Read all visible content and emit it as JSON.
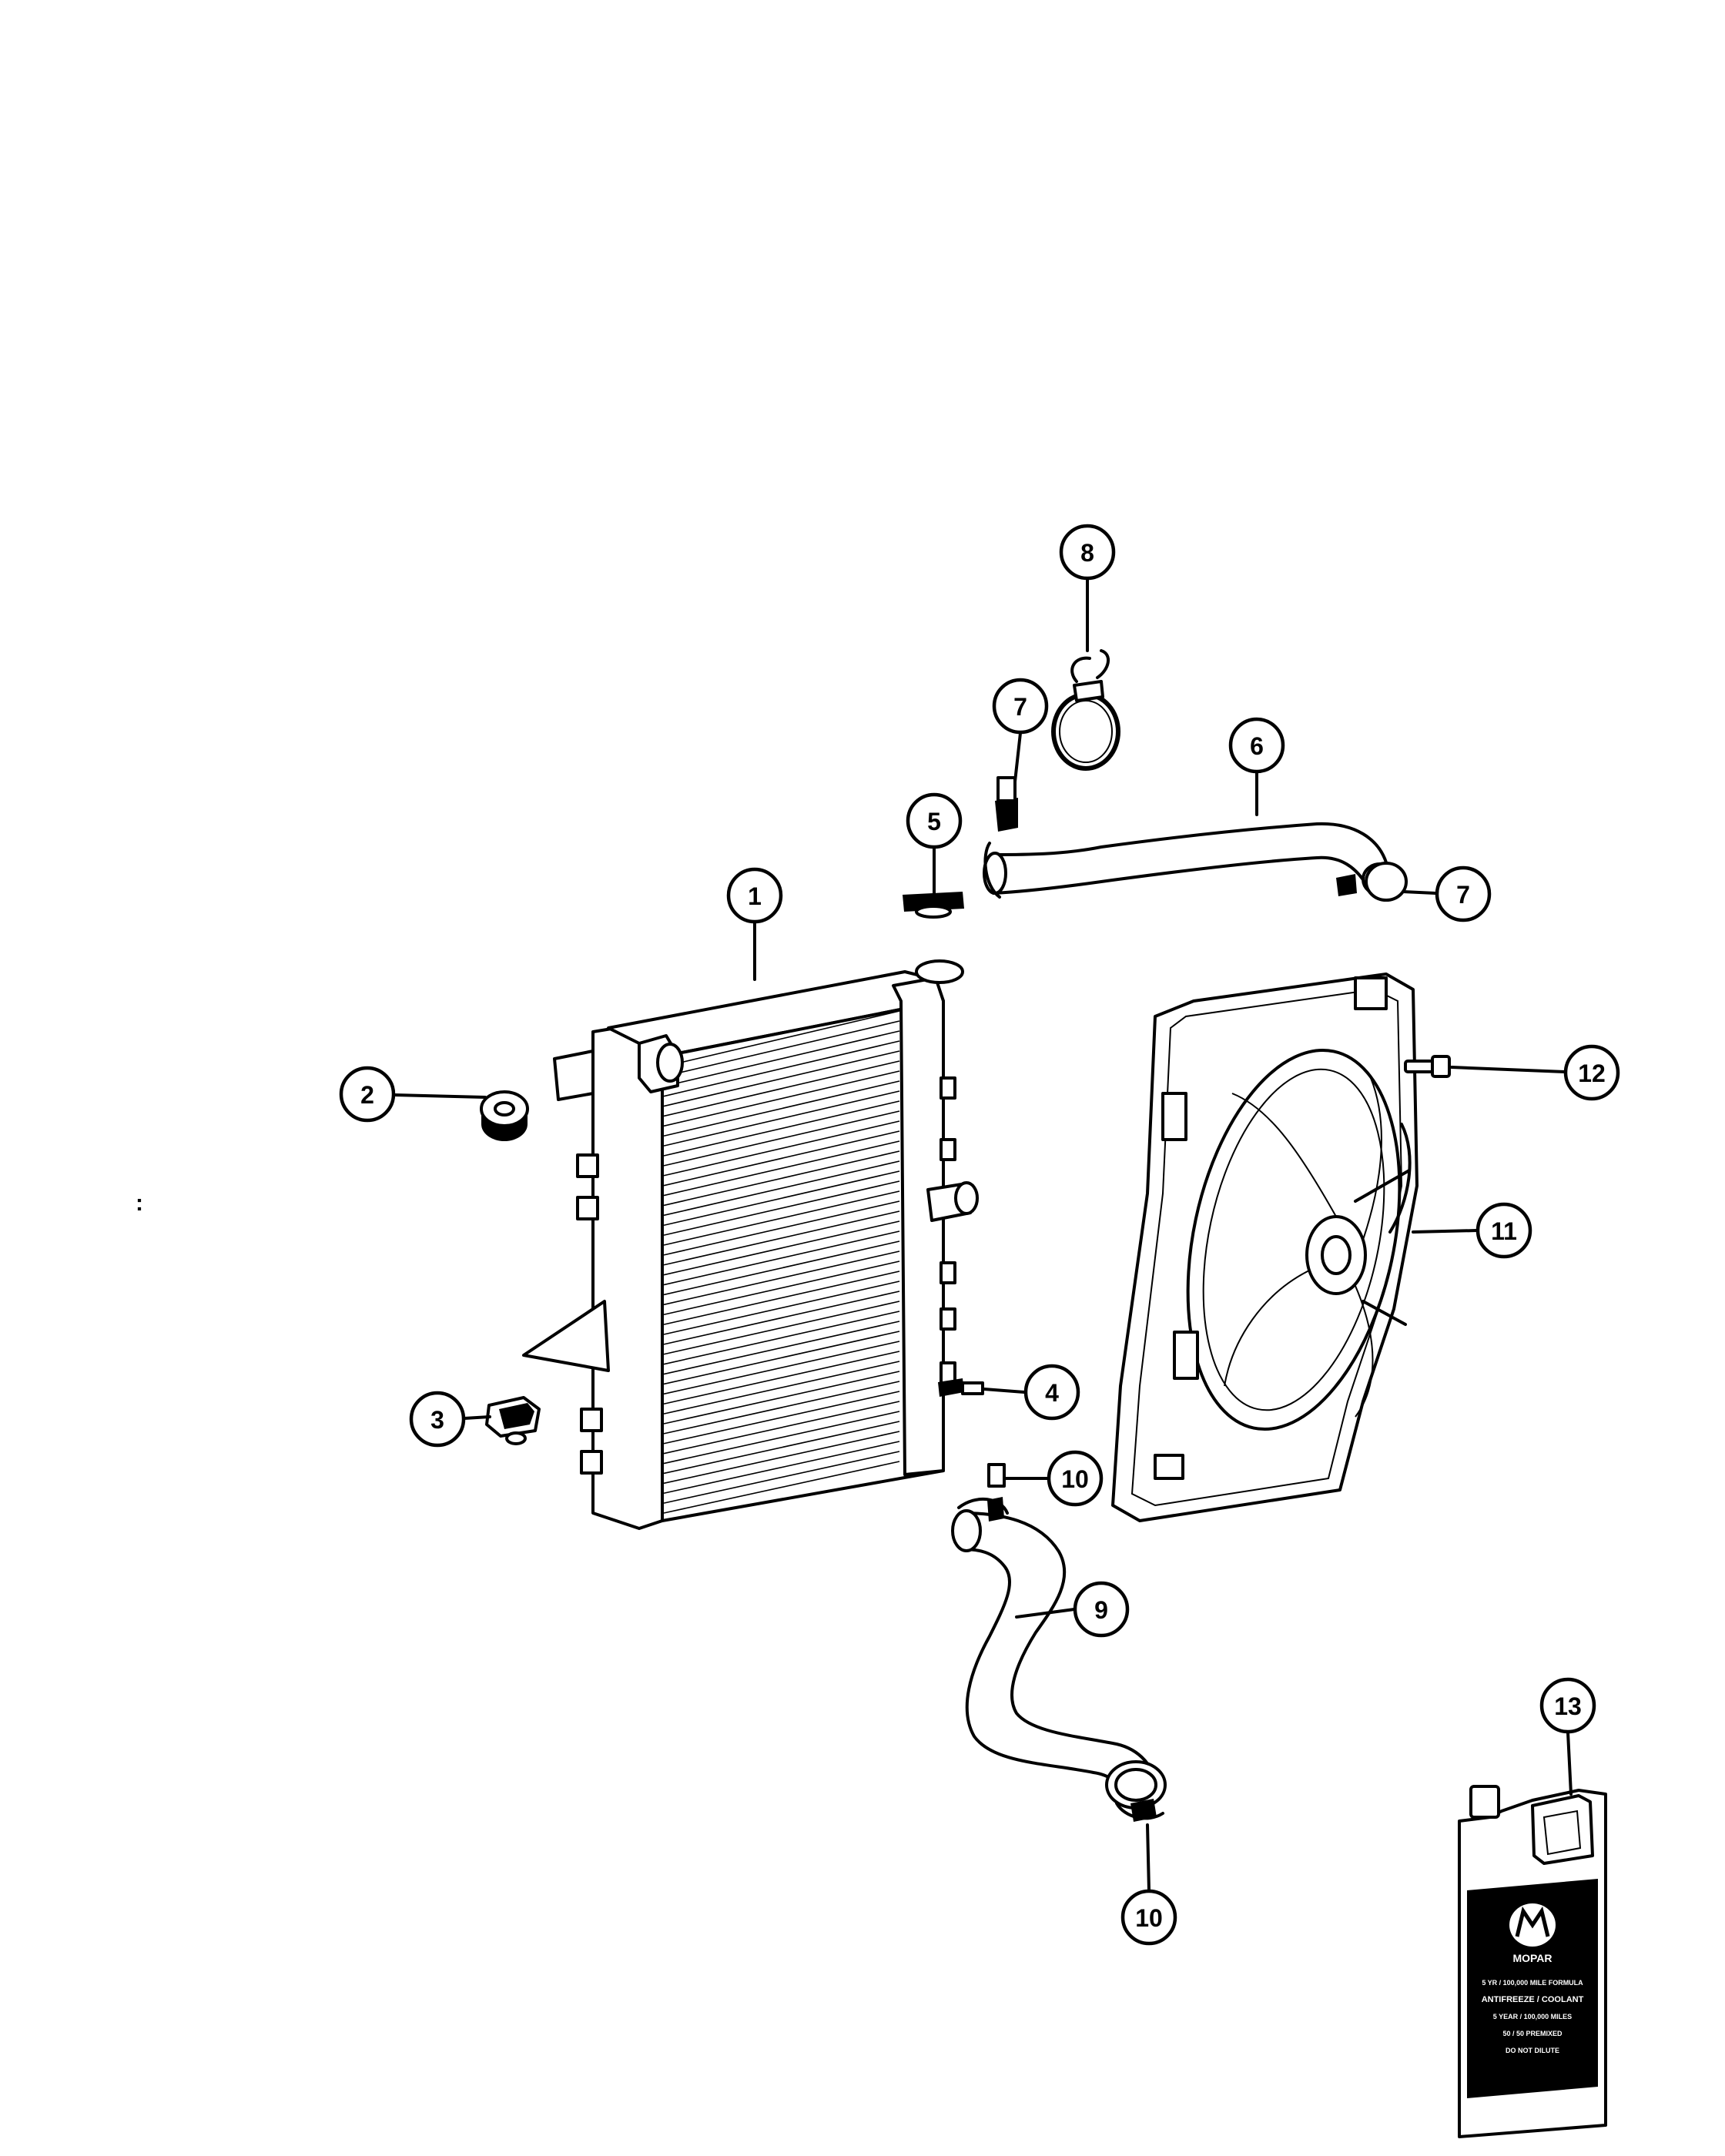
{
  "callouts": [
    {
      "label": "1",
      "part": "radiator"
    },
    {
      "label": "2",
      "part": "insulator-upper"
    },
    {
      "label": "3",
      "part": "insulator-lower"
    },
    {
      "label": "4",
      "part": "drain-cock"
    },
    {
      "label": "5",
      "part": "radiator-cap"
    },
    {
      "label": "6",
      "part": "upper-hose"
    },
    {
      "label": "7",
      "part": "hose-clamp-upper-left"
    },
    {
      "label": "7",
      "part": "hose-clamp-upper-right"
    },
    {
      "label": "8",
      "part": "hose-clamp-spring"
    },
    {
      "label": "9",
      "part": "lower-hose"
    },
    {
      "label": "10",
      "part": "hose-clamp-lower-top"
    },
    {
      "label": "10",
      "part": "hose-clamp-lower-bottom"
    },
    {
      "label": "11",
      "part": "fan-module"
    },
    {
      "label": "12",
      "part": "screw"
    },
    {
      "label": "13",
      "part": "coolant-jug"
    }
  ],
  "jug_label": {
    "brand": "MOPAR",
    "line1": "5 YR / 100,000 MILE FORMULA",
    "line2": "ANTIFREEZE / COOLANT",
    "line3": "5 YEAR / 100,000 MILES",
    "line4": "50 / 50 PREMIXED",
    "line5": "DO NOT DILUTE"
  },
  "margin_mark": ":"
}
